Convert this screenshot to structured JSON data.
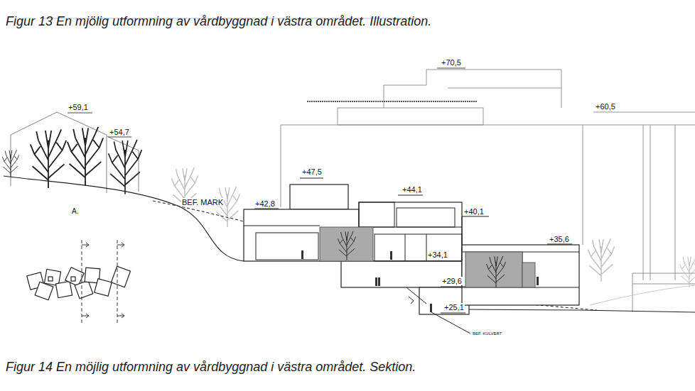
{
  "diagram": {
    "title": "Figur 13 En mjölig utformning av vårdbyggnad i västra området. Illustration.",
    "caption": "Figur 14 En möjlig utformning av vårdbyggnad i västra området. Sektion.",
    "labels": [
      "+70,5",
      "+59,1",
      "+54,7",
      "+60,5",
      "+47,5",
      "+42,8",
      "BEF. MARK",
      "+44,1",
      "+40,1",
      "A.",
      "+35,6",
      "+34,1",
      "+29,6",
      "+25,1",
      "BEF. KULVERT"
    ]
  }
}
